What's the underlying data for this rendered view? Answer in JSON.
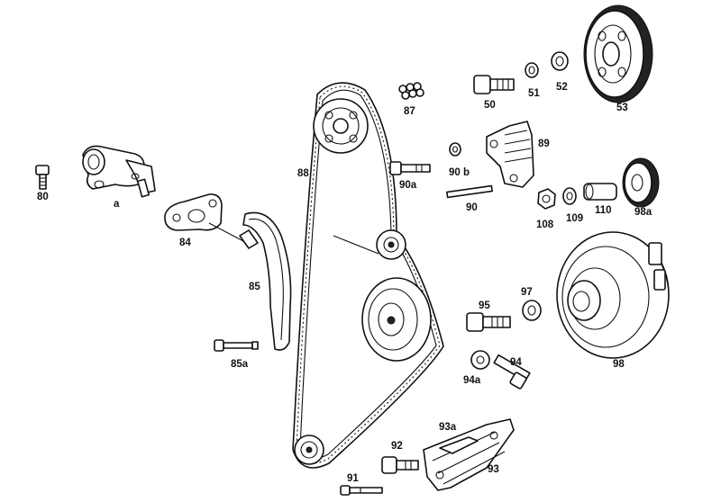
{
  "diagram": {
    "labels": {
      "p80": "80",
      "pa": "a",
      "p84": "84",
      "p85": "85",
      "p85a": "85a",
      "p88": "88",
      "p87": "87",
      "p50": "50",
      "p51": "51",
      "p52": "52",
      "p53": "53",
      "p89": "89",
      "p90b": "90 b",
      "p90a": "90a",
      "p90": "90",
      "p108": "108",
      "p109": "109",
      "p110": "110",
      "p98a": "98a",
      "p95": "95",
      "p97": "97",
      "p94a": "94a",
      "p94": "94",
      "p98": "98",
      "p93a": "93a",
      "p92": "92",
      "p93": "93",
      "p91": "91"
    }
  }
}
